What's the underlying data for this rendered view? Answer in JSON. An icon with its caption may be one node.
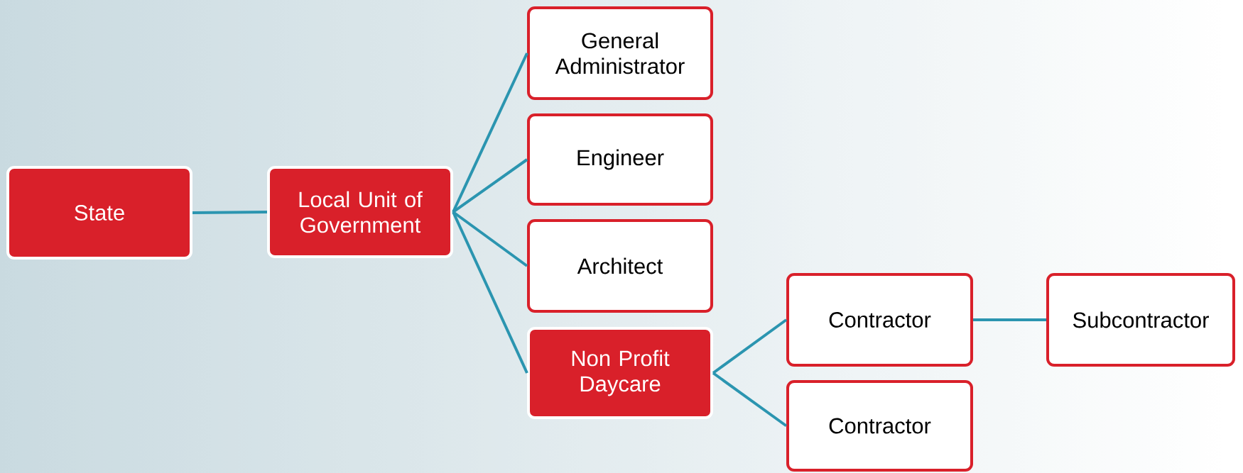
{
  "diagram": {
    "nodes": [
      {
        "text": [
          "State"
        ]
      },
      {
        "text": [
          "Local Unit of Government"
        ]
      },
      {
        "text": [
          "General Administrator"
        ]
      },
      {
        "text": [
          "Engineer"
        ]
      },
      {
        "text": [
          "Architect"
        ]
      },
      {
        "text": [
          "Non Profit Daycare"
        ]
      },
      {
        "text": [
          "Contractor"
        ]
      },
      {
        "text": [
          "Subcontractor"
        ]
      },
      {
        "text": [
          "Contractor"
        ]
      }
    ],
    "edges": [
      {
        "from": 0,
        "to": 1,
        "arrow": "none"
      },
      {
        "from": 1,
        "to": 2,
        "arrow": "none"
      },
      {
        "from": 1,
        "to": 3,
        "arrow": "none"
      },
      {
        "from": 1,
        "to": 4,
        "arrow": "none"
      },
      {
        "from": 1,
        "to": 5,
        "arrow": "none"
      },
      {
        "from": 5,
        "to": 6,
        "arrow": "none"
      },
      {
        "from": 5,
        "to": 8,
        "arrow": "none"
      },
      {
        "from": 6,
        "to": 7,
        "arrow": "none"
      }
    ]
  }
}
